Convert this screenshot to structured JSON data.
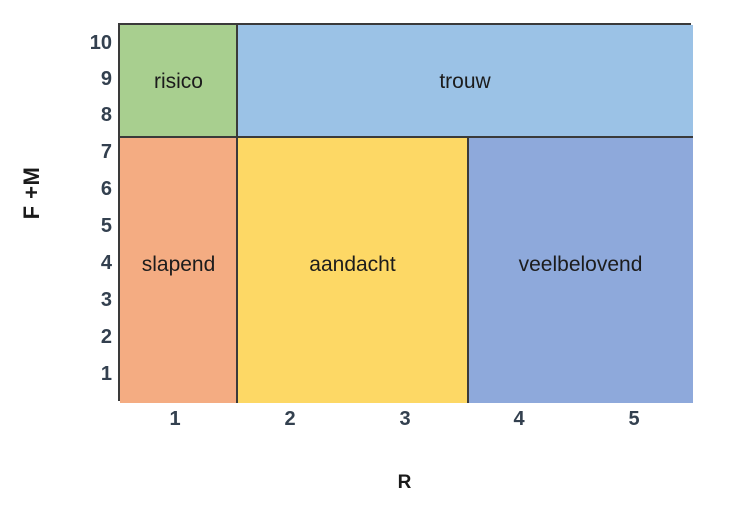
{
  "chart_data": {
    "type": "heatmap",
    "title": "",
    "xlabel": "R",
    "ylabel": "F +M",
    "xticklabels": [
      "1",
      "2",
      "3",
      "4",
      "5"
    ],
    "yticklabels": [
      "10",
      "9",
      "8",
      "7",
      "6",
      "5",
      "4",
      "3",
      "2",
      "1"
    ],
    "xlim": [
      0.5,
      5.5
    ],
    "ylim": [
      0.5,
      10.5
    ],
    "grid": false,
    "legend": "none",
    "cells": [
      {
        "name": "risico",
        "label": "risico",
        "color": "#A8CF8F",
        "x_range": [
          0.5,
          1.5
        ],
        "y_range": [
          7.5,
          10.5
        ]
      },
      {
        "name": "trouw",
        "label": "trouw",
        "color": "#9BC2E6",
        "x_range": [
          1.5,
          5.5
        ],
        "y_range": [
          7.5,
          10.5
        ]
      },
      {
        "name": "slapend",
        "label": "slapend",
        "color": "#F4AC82",
        "x_range": [
          0.5,
          1.5
        ],
        "y_range": [
          0.5,
          7.5
        ]
      },
      {
        "name": "aandacht",
        "label": "aandacht",
        "color": "#FDD865",
        "x_range": [
          1.5,
          3.5
        ],
        "y_range": [
          0.5,
          7.5
        ]
      },
      {
        "name": "veelbelovend",
        "label": "veelbelovend",
        "color": "#8EA9DB",
        "x_range": [
          3.5,
          5.5
        ],
        "y_range": [
          0.5,
          7.5
        ]
      }
    ],
    "colors": {
      "risico": "#A8CF8F",
      "trouw": "#9BC2E6",
      "slapend": "#F4AC82",
      "aandacht": "#FDD865",
      "veelbelovend": "#8EA9DB",
      "border": "#3A3A3A",
      "tick_text": "#33404F",
      "label_text": "#1C1C1C",
      "background": "#FFFFFF"
    }
  }
}
